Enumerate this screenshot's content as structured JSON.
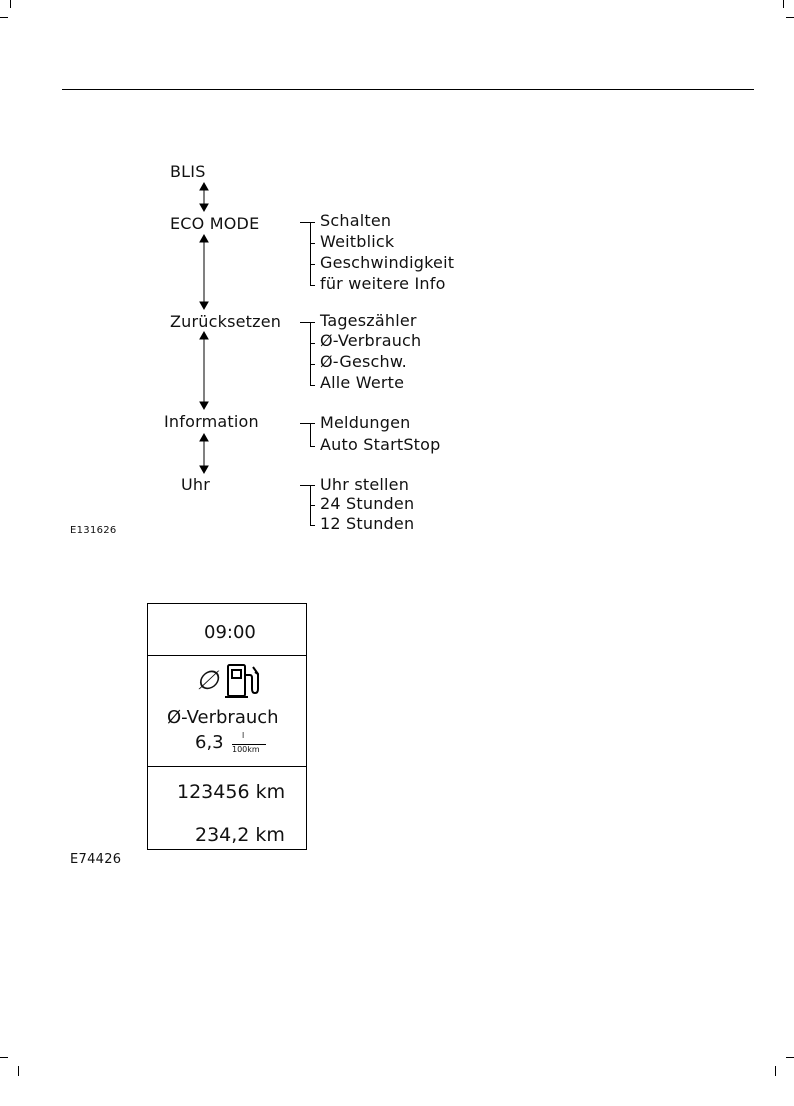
{
  "figure1": {
    "code": "E131626",
    "menu": [
      {
        "label": "BLIS",
        "items": []
      },
      {
        "label": "ECO MODE",
        "items": [
          "Schalten",
          "Weitblick",
          "Geschwindigkeit",
          "für weitere Info"
        ]
      },
      {
        "label": "Zurücksetzen",
        "items": [
          "Tageszähler",
          "Ø-Verbrauch",
          "Ø-Geschw.",
          "Alle Werte"
        ]
      },
      {
        "label": "Information",
        "items": [
          "Meldungen",
          "Auto StartStop"
        ]
      },
      {
        "label": "Uhr",
        "items": [
          "Uhr stellen",
          "24 Stunden",
          "12 Stunden"
        ]
      }
    ]
  },
  "figure2": {
    "code": "E74426",
    "display": {
      "time": "09:00",
      "avg_symbol": "∅",
      "icon": "fuel-pump-icon",
      "title": "Ø-Verbrauch",
      "value": "6,3",
      "unit_numerator": "l",
      "unit_denominator": "100km",
      "odometer": "123456 km",
      "trip": "234,2 km"
    }
  }
}
